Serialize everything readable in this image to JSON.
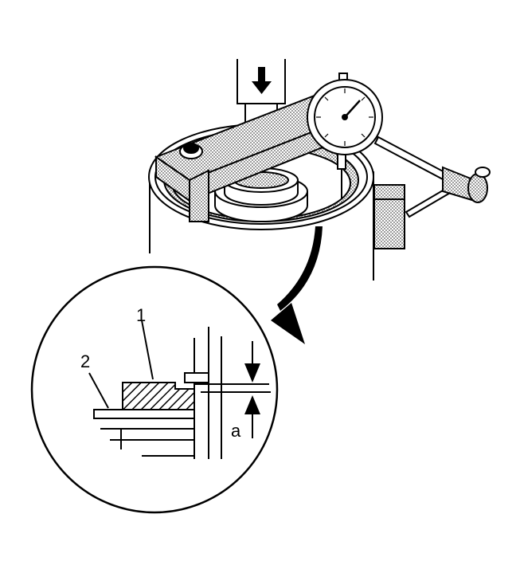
{
  "figure": {
    "callouts": [
      {
        "id": "1",
        "text": "1"
      },
      {
        "id": "2",
        "text": "2"
      }
    ],
    "dimension_label": "a"
  },
  "colors": {
    "ink": "#000000",
    "paper": "#ffffff",
    "shade": "#bdbdbd"
  }
}
